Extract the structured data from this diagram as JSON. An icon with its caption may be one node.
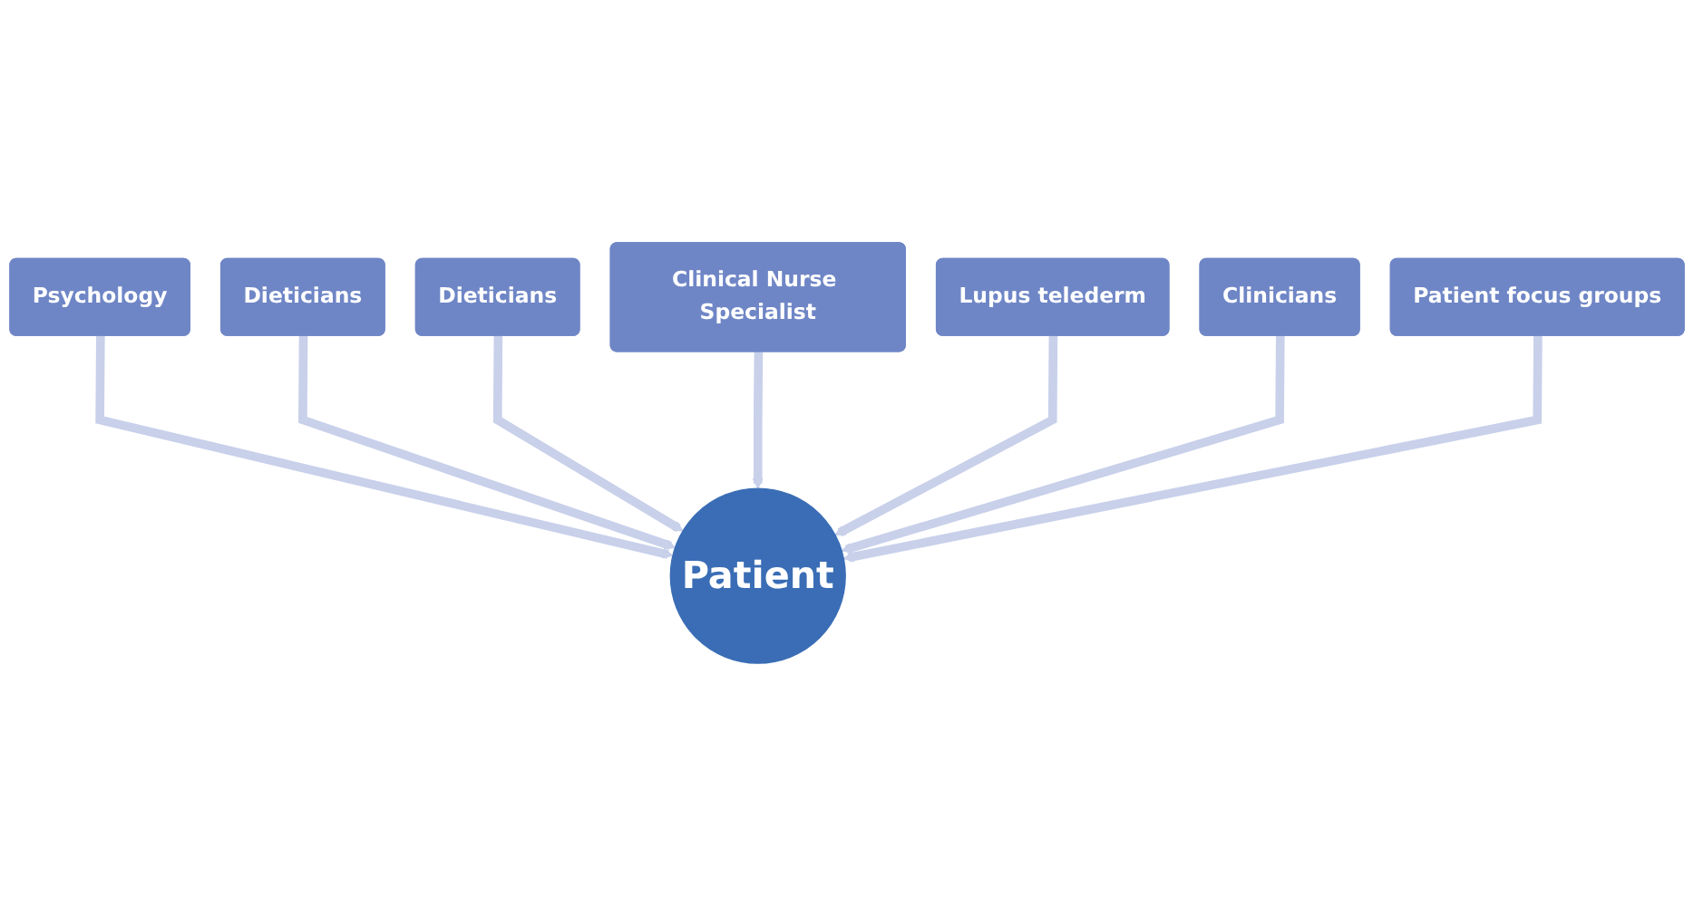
{
  "diagram": {
    "nodes": [
      {
        "text": [
          "Psychology"
        ]
      },
      {
        "text": [
          "Dieticians"
        ]
      },
      {
        "text": [
          "Dieticians"
        ]
      },
      {
        "text": [
          "Clinical Nurse Specialist"
        ]
      },
      {
        "text": [
          "Lupus telederm"
        ]
      },
      {
        "text": [
          "Clinicians"
        ]
      },
      {
        "text": [
          "Patient"
        ]
      },
      {
        "text": [
          "Patient focus groups"
        ]
      }
    ],
    "edges": [
      {
        "from": 0,
        "to": 6,
        "arrow": "to"
      },
      {
        "from": 1,
        "to": 6,
        "arrow": "to"
      },
      {
        "from": 2,
        "to": 6,
        "arrow": "to"
      },
      {
        "from": 3,
        "to": 6,
        "arrow": "to"
      },
      {
        "from": 4,
        "to": 6,
        "arrow": "to"
      },
      {
        "from": 5,
        "to": 6,
        "arrow": "to"
      },
      {
        "from": 7,
        "to": 6,
        "arrow": "to"
      }
    ]
  }
}
